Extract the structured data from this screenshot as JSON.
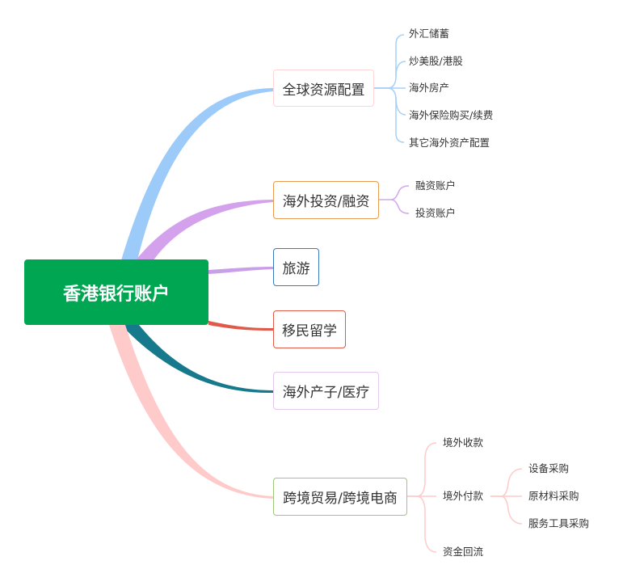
{
  "root": {
    "label": "香港银行账户",
    "color": "#00a651"
  },
  "branches": [
    {
      "id": "global",
      "label": "全球资源配置",
      "color": "#99ccff",
      "children": [
        {
          "label": "外汇储蓄"
        },
        {
          "label": "炒美股/港股"
        },
        {
          "label": "海外房产"
        },
        {
          "label": "海外保险购买/续费"
        },
        {
          "label": "其它海外资产配置"
        }
      ]
    },
    {
      "id": "invest",
      "label": "海外投资/融资",
      "color": "#d09fe8",
      "border": "#e89a50",
      "children": [
        {
          "label": "融资账户"
        },
        {
          "label": "投资账户"
        }
      ]
    },
    {
      "id": "travel",
      "label": "旅游",
      "color": "#c9a0e8",
      "border": "#3a7abf",
      "children": []
    },
    {
      "id": "migrate",
      "label": "移民留学",
      "color": "#e05a4a",
      "children": []
    },
    {
      "id": "birth",
      "label": "海外产子/医疗",
      "color": "#177a8c",
      "border": "#e4c8ee",
      "children": []
    },
    {
      "id": "trade",
      "label": "跨境贸易/跨境电商",
      "color": "#ffc8c8",
      "border": "#9dc878",
      "children": [
        {
          "label": "境外收款"
        },
        {
          "label": "境外付款",
          "children": [
            {
              "label": "设备采购"
            },
            {
              "label": "原材料采购"
            },
            {
              "label": "服务工具采购"
            }
          ]
        },
        {
          "label": "资金回流"
        }
      ]
    }
  ]
}
